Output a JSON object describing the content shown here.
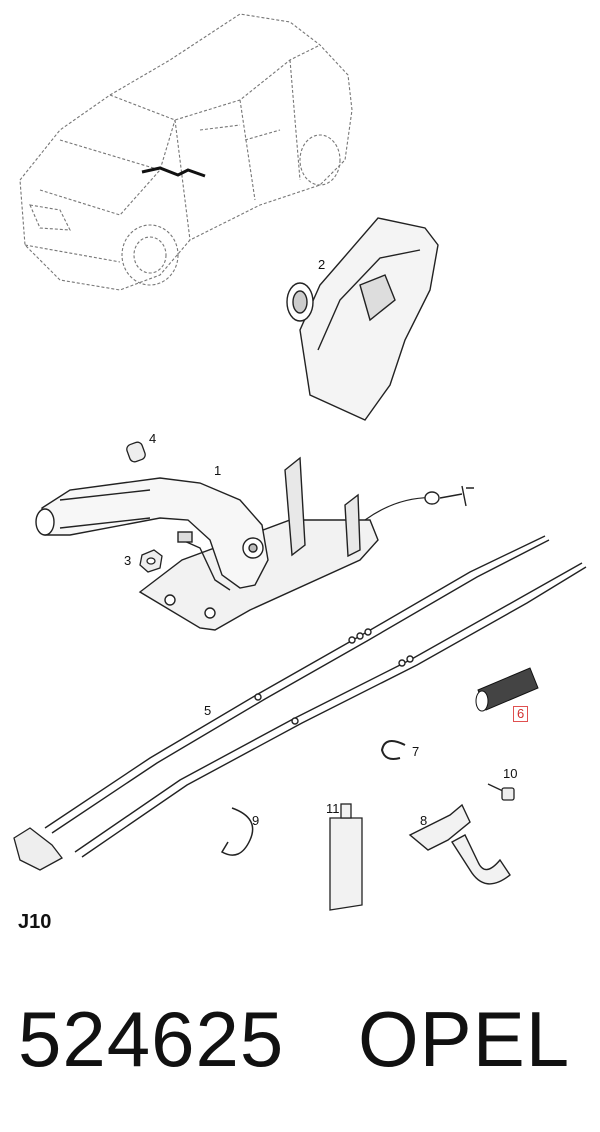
{
  "callouts": {
    "c1": "1",
    "c2": "2",
    "c3": "3",
    "c4": "4",
    "c5": "5",
    "c6": "6",
    "c7": "7",
    "c8": "8",
    "c9": "9",
    "c10": "10",
    "c11": "11"
  },
  "highlight_color": "#e05050",
  "section_code": "J10",
  "footer": {
    "part_number": "524625",
    "brand": "OPEL"
  }
}
